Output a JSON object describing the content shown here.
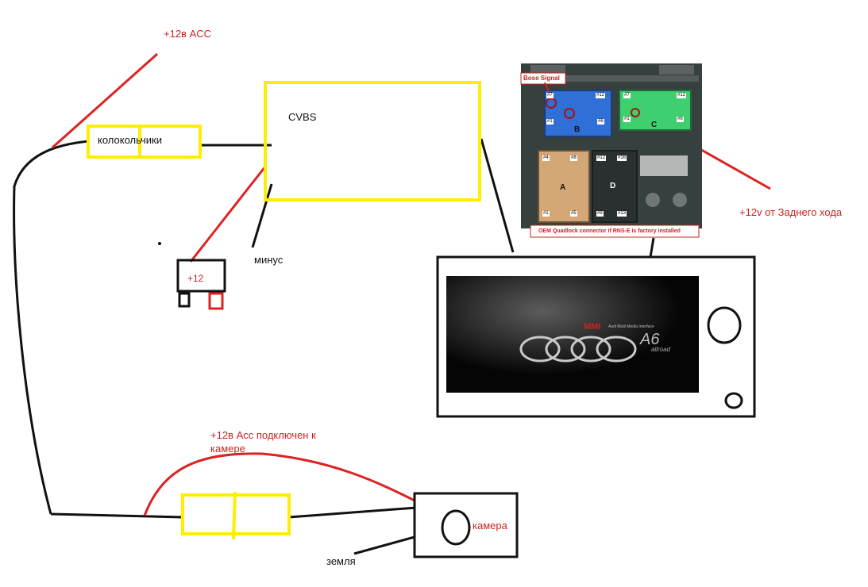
{
  "labels": {
    "acc_top": "+12в ACC",
    "bells": "колокольчики",
    "cvbs": "CVBS",
    "minus": "минус",
    "fuse_plus": "+12",
    "reverse": "+12v от Заднего хода",
    "acc_camera_line1": "+12в Асс подключен к",
    "acc_camera_line2": "камере",
    "camera": "камера",
    "ground": "земля"
  },
  "connector": {
    "bose_signal": "Bose Signal",
    "caption": "OEM Quadlock connector if RNS-E is factory installed",
    "block_a": "A",
    "block_b": "B",
    "block_c": "C",
    "block_d": "D",
    "pins": [
      "#7",
      "#12",
      "#1",
      "#6",
      "#7",
      "#12",
      "#1",
      "#6",
      "#4",
      "#8",
      "#1",
      "#5",
      "#12",
      "#16",
      "#9",
      "#13"
    ]
  },
  "screen": {
    "brand": "MMI",
    "brand_sub": "Audi Multi Media Interface",
    "model": "A6",
    "model_sub": "allroad"
  },
  "colors": {
    "wire_black": "#111111",
    "wire_red": "#dd2222",
    "fuse_yellow": "#ffee00",
    "connector_blue": "#2f6fd6",
    "connector_green": "#3fcf6f",
    "connector_tan": "#d4a777"
  }
}
